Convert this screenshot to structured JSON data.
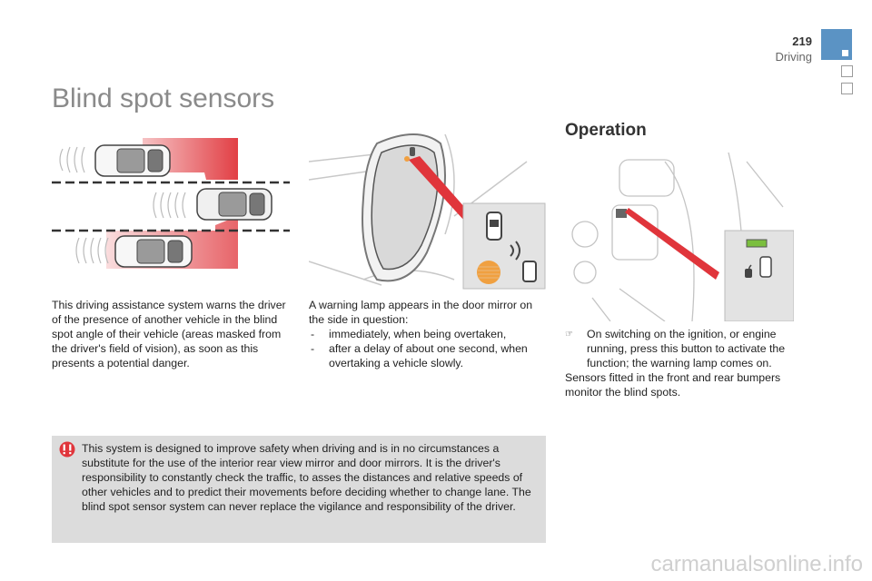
{
  "header": {
    "page_number": "219",
    "section": "Driving",
    "title": "Blind spot sensors"
  },
  "left_column": {
    "text": "This driving assistance system warns the driver of the presence of another vehicle in the blind spot angle of their vehicle (areas masked from the driver's field of vision), as soon as this presents a potential danger."
  },
  "middle_column": {
    "intro": "A warning lamp appears in the door mirror on the side in question:",
    "items": [
      "immediately, when being overtaken,",
      "after a delay of about one second, when overtaking a vehicle slowly."
    ]
  },
  "operation": {
    "heading": "Operation",
    "bullet_icon": "pointing-finger-icon",
    "item": "On switching on the ignition, or engine running, press this button to activate the function; the warning lamp comes on.",
    "note": "Sensors fitted in the front and rear bumpers monitor the blind spots."
  },
  "warning": {
    "icon": "exclamation-icon",
    "text": "This system is designed to improve safety when driving and is in no circumstances a substitute for the use of the interior rear view mirror and door mirrors. It is the driver's responsibility to constantly check the traffic, to asses the distances and relative speeds of other vehicles and to predict their movements before deciding whether to change lane. The blind spot sensor system can never replace the vigilance and responsibility of the driver."
  },
  "watermark": "carmanualsonline.info",
  "colors": {
    "tab_accent": "#5b93c4",
    "danger_red": "#e0353b",
    "lamp_orange": "#f0a040",
    "button_green": "#7bbf3e"
  }
}
